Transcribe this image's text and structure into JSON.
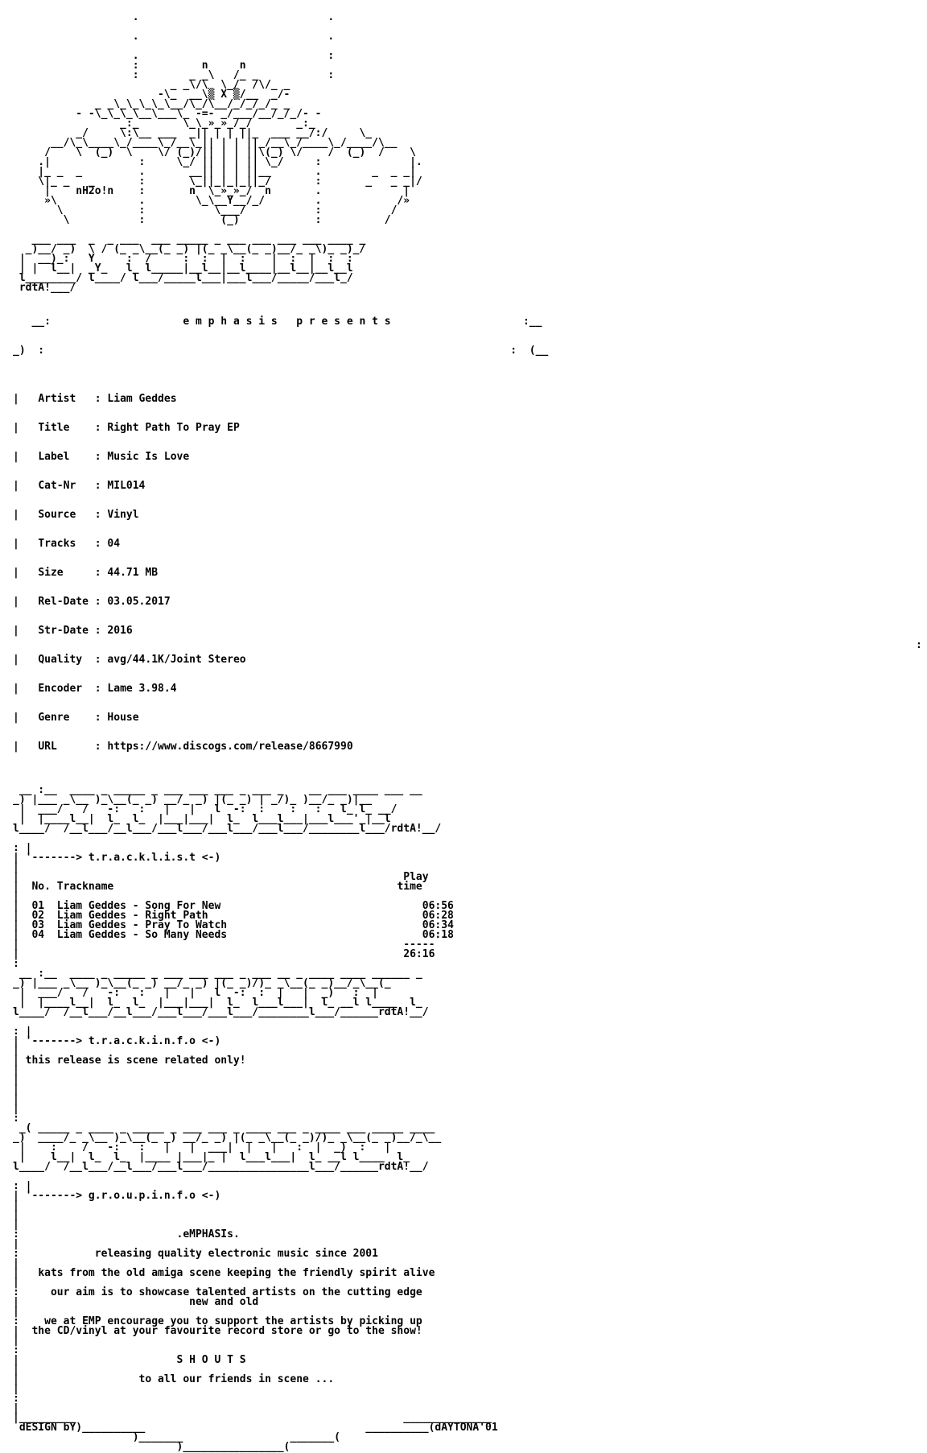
{
  "header": {
    "art": "                   .                              .\n\n                   .                              .\n\n                   .                              :\n                   :          n     n\n                   :        _ _\\   /_ _           :\n                         _ _\\/\\  \\_/  /\\/_ _\n                       -\\_  __\\▒ X ▒/__  _/-\n             _ _\\_\\_\\_\\_\\__/\\_/\\__/_/_/_/_ _\n          - -\\_\\_\\_\\__\\___\\_ -=- _/___/__/_/_/- -\n                 _:_       \\_\\_»_»_/_/       _:_\n          _/     \\:\\__ ___  _|| | | ||_  ___ __/:/     \\_\n      __/\\_\\____\\_/____\\_/__\\_|| | | ||_/__\\_/____\\_/____/\\__\n     /    \\  (_)  \\    \\/ (_)/|| | | ||\\(_) \\/    /  (_)  /    \\\n    .|              :     \\_/ || | | || \\_/     :              |.\n    |_ _  _         .       __|| | | ||__       .        _  _ _|\n    \\|_ _   _       :       \\_||_|_|_||_/       :       _   _ _|/\n     |    nH2o!n    :       n  \\_»_»_/  n       .             |\n     »\\             .        \\_\\__Y__/_/        .            /»\n       \\            :           \\___/           :           /\n        \\           :            (_)            :          /",
    "logo": "   ___ ___  _  _ ___  ___ _____ _ ___ ___ ___ ___ ____ _\n  _)__/ _)  \\ / (_ _\\__(_ _) |(_ _\\__(_ _)__/_ _\\)_ _)_/\n |  __)_:   Y     :  /     :  :  |  :    |  :  |  :  :\n | |  l__|  _Y_   l_ l_____|__l__|__l____|__l__|__l__l\n l________/ l____/ l___/_____l___|___l___/_____/___l_/\n rdtA!___/"
  },
  "presents": "e m p h a s i s   p r e s e n t s",
  "release": {
    "fields": [
      {
        "key": "Artist  ",
        "value": "Liam Geddes"
      },
      {
        "key": "Title   ",
        "value": "Right Path To Pray EP"
      },
      {
        "key": "Label   ",
        "value": "Music Is Love"
      },
      {
        "key": "Cat-Nr  ",
        "value": "MIL014"
      },
      {
        "key": "Source  ",
        "value": "Vinyl"
      },
      {
        "key": "Tracks  ",
        "value": "04"
      },
      {
        "key": "Size    ",
        "value": "44.71 MB"
      },
      {
        "key": "Rel-Date",
        "value": "03.05.2017"
      },
      {
        "key": "Str-Date",
        "value": "2016"
      },
      {
        "key": "Quality ",
        "value": "avg/44.1K/Joint Stereo"
      },
      {
        "key": "Encoder ",
        "value": "Lame 3.98.4"
      },
      {
        "key": "Genre   ",
        "value": "House"
      },
      {
        "key": "URL     ",
        "value": "https://www.discogs.com/release/8667990"
      }
    ]
  },
  "tracklist": {
    "banner": " __ :__  ____ _ _____ _ ___ ___ ___ _ ___ _    __ ___ ____ ___ __\n_) |___ _\\__ )_\\__(_ _) __/_ _) |(_ _) | _/)_ )__/_ _)|__\n |  ___/   /   -:   :   |   |   l  -:  :    :   :   l_ l_ __/\n |  |____l__|  l_  l_  |___|___|  l_  l___l___|___l___'_|__l\nl____/  /__l___/__l___/___l___/___l___/___l___/________l___/rdtA!__/",
    "title": "t.r.a.c.k.l.i.s.t",
    "header_no": "No.",
    "header_name": "Trackname",
    "header_play": "Play",
    "header_time": "time",
    "tracks": [
      {
        "no": "01",
        "name": "Liam Geddes - Song For New",
        "time": "06:56"
      },
      {
        "no": "02",
        "name": "Liam Geddes - Right Path",
        "time": "06:28"
      },
      {
        "no": "03",
        "name": "Liam Geddes - Pray To Watch",
        "time": "06:34"
      },
      {
        "no": "04",
        "name": "Liam Geddes - So Many Needs",
        "time": "06:18"
      }
    ],
    "separator": "-----",
    "total": "26:16"
  },
  "trackinfo": {
    "banner": " __ :__  ____ _ _____ _ ___ ___ ___ _ ___ __ _ ____ ____ ______ _\n_) |___ _\\__ )_\\__(_ _) __/_ _) |(_ _)/)_ _\\__(_ _)__/_\\__(_\n |  ___/   /   -:   :   |   |   l  -:  :  |   |  _)   :  |\n |  |____l__|  l_  l_  |___|___|  l_  l___l___|  l_ __l l____  l_\nl____/  /__l___/__l___/___l___/___l___/________l___/______rdtA!__/",
    "title": "t.r.a.c.k.i.n.f.o",
    "text": "this release is scene related only!"
  },
  "groupinfo": {
    "banner": " _( _____ _ ____ _ _____ _ ___ ___ _ ____ ___ _ ____ ___ _____ ____\n_)  ____/_ _\\__ )_\\__(_ _) __/_ _) |(_ _\\__(_ _)/)_ _\\__(_ _)__/_\\__\n |    :    /   -:   :   |   |  ___|  |   |   :  |  _)  :   |\n |    l__|  l_  l_  |____ |___|_ |  l___l___|  l_ __l l____  l_\nl____/  /__l___/__l___/___l___/________________l___/______rdtA!__/",
    "title": "g.r.o.u.p.i.n.f.o",
    "name": ".eMPHASIs.",
    "lines": [
      "releasing quality electronic music since 2001",
      "kats from the old amiga scene keeping the friendly spirit alive",
      "our aim is to showcase talented artists on the cutting edge",
      "new and old",
      "we at EMP encourage you to support the artists by picking up",
      "the CD/vinyl at your favourite record store or go to the show!"
    ],
    "shouts_title": "S H O U T S",
    "shouts_text": "to all our friends in scene ..."
  },
  "footer": {
    "design_by": "dESIGN bY",
    "credit": "dAYTONA'01"
  }
}
